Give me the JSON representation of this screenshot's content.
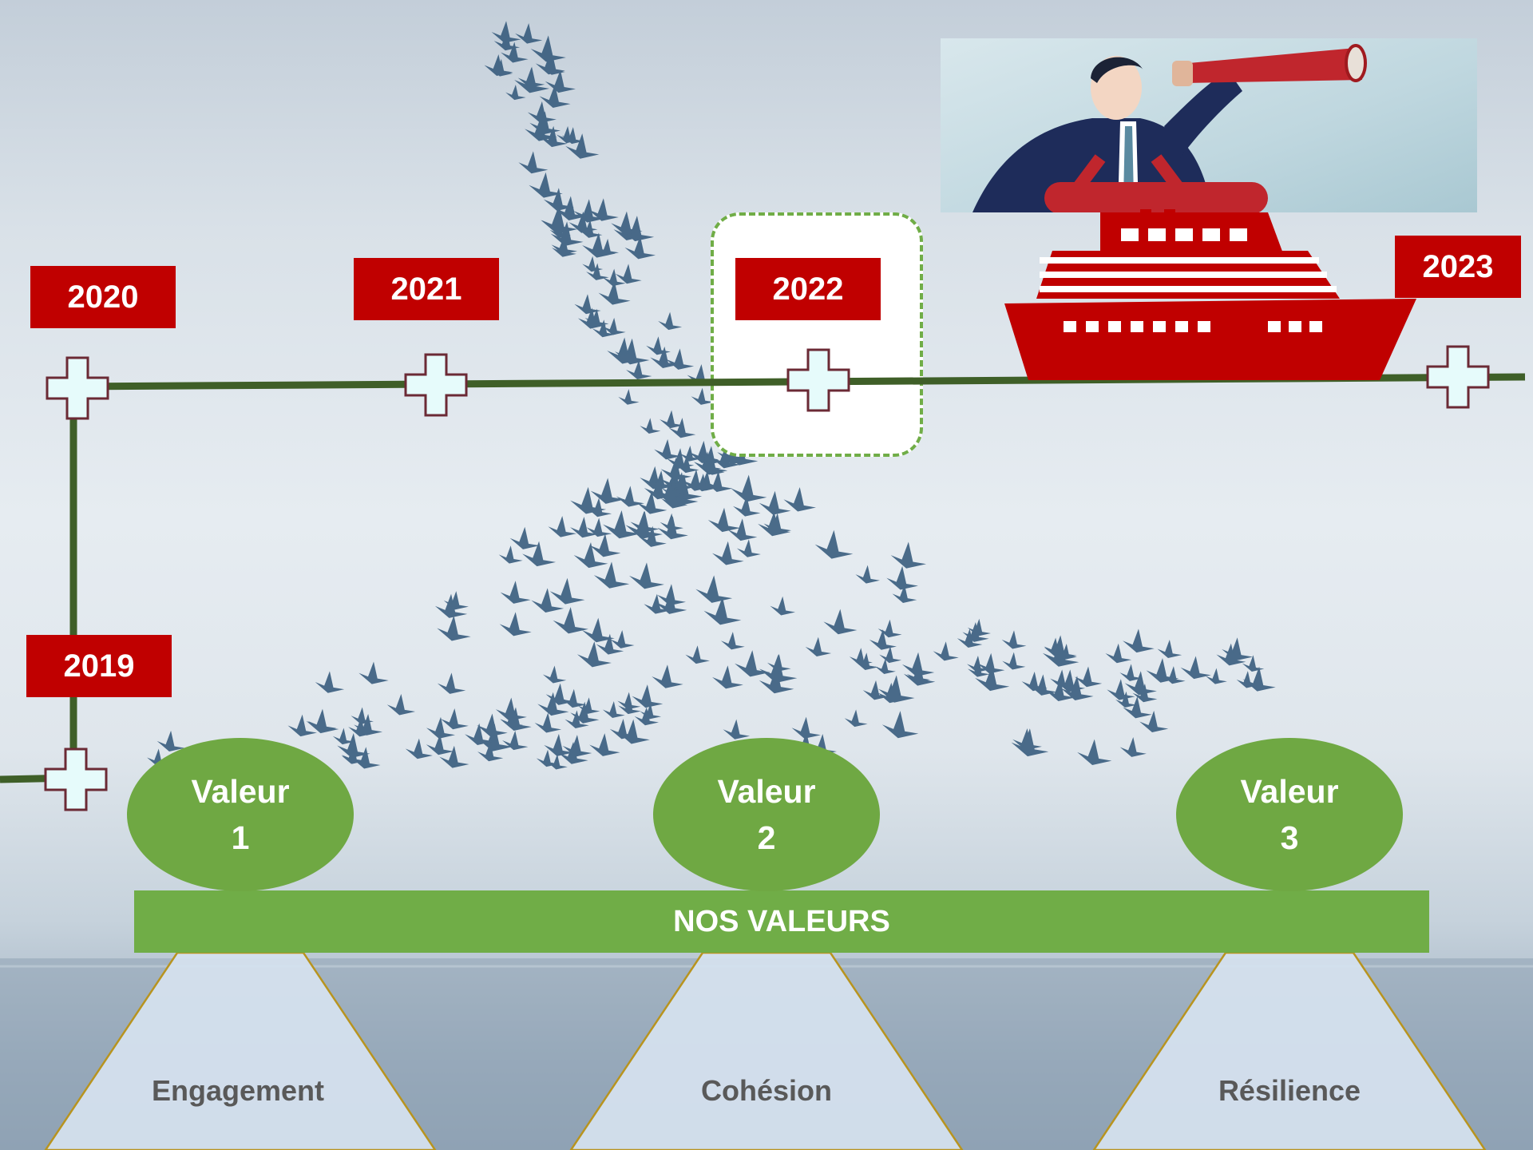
{
  "timeline": {
    "years": [
      "2019",
      "2020",
      "2021",
      "2022",
      "2023"
    ],
    "highlighted_year": "2022"
  },
  "values": [
    {
      "line1": "Valeur",
      "line2": "1"
    },
    {
      "line1": "Valeur",
      "line2": "2"
    },
    {
      "line1": "Valeur",
      "line2": "3"
    }
  ],
  "values_bar": {
    "label": "NOS VALEURS"
  },
  "pillars": [
    "Engagement",
    "Cohésion",
    "Résilience"
  ],
  "illustrations": {
    "background": "flock-of-birds-over-sea",
    "top_right": "businessman-with-telescope",
    "ship": "red-cruise-ship-icon"
  },
  "colors": {
    "year_label": "#c00000",
    "timeline_line": "#3f5f28",
    "value_green": "#70ad47",
    "pillar_fill": "#d6e2ef",
    "pillar_stroke": "#b8941f",
    "ship_red": "#c00000"
  }
}
